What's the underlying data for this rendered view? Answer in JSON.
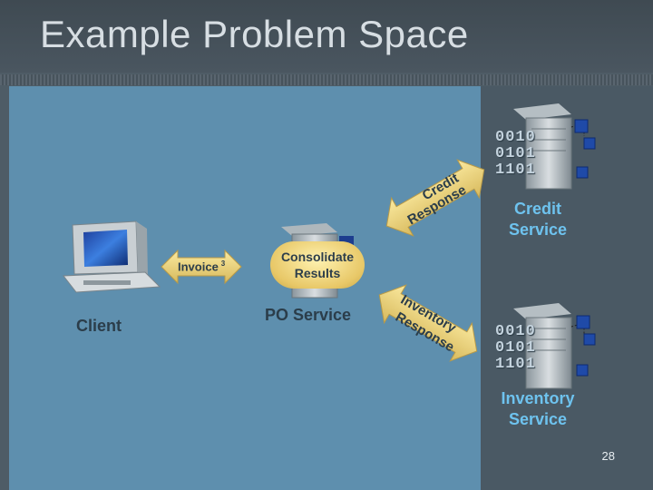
{
  "slide": {
    "title": "Example Problem Space",
    "page_number": "28"
  },
  "nodes": {
    "client": "Client",
    "po_service": "PO Service",
    "credit_service": "Credit Service",
    "inventory_service": "Inventory Service"
  },
  "binary_codes": {
    "credit": [
      "0010",
      "0101",
      "1101"
    ],
    "inventory": [
      "0010",
      "0101",
      "1101"
    ]
  },
  "arrows": {
    "invoice": "Invoice",
    "invoice_sup": "3",
    "credit_response": [
      "Credit",
      "Response"
    ],
    "inventory_response": [
      "Inventory",
      "Response"
    ]
  },
  "callout": {
    "line1": "Consolidate",
    "line2": "Results"
  }
}
